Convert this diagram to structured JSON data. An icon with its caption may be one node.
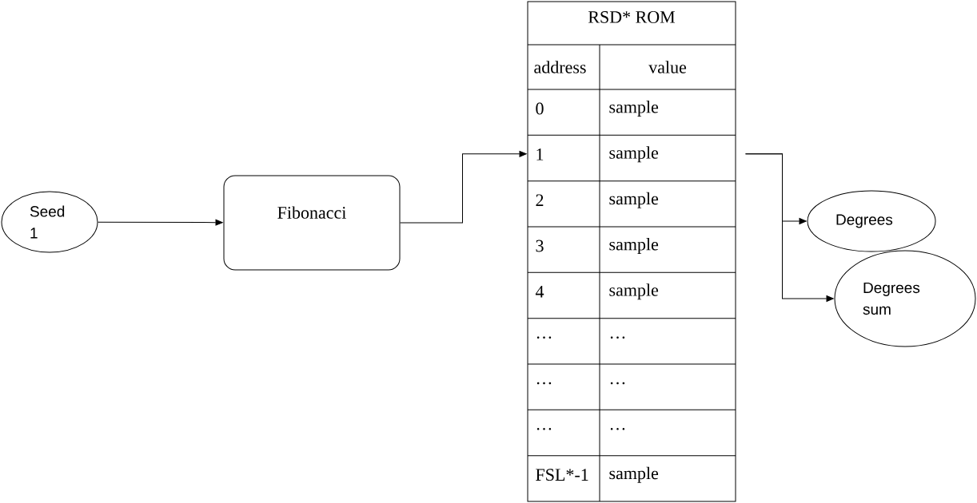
{
  "diagram": {
    "nodes": [
      {
        "text": [
          "Seed 1"
        ]
      },
      {
        "text": [
          "Fibonacci"
        ]
      },
      {
        "text": [
          "RSD* ROM"
        ]
      },
      {
        "text": [
          "Degrees"
        ]
      },
      {
        "text": [
          "Degrees sum"
        ]
      }
    ],
    "edges": [
      {
        "from": 0,
        "to": 1,
        "arrow": "to"
      },
      {
        "from": 1,
        "to": 2,
        "arrow": "to"
      },
      {
        "from": 2,
        "to": 3,
        "arrow": "to"
      },
      {
        "from": 2,
        "to": 4,
        "arrow": "to"
      }
    ],
    "labels": [
      "address",
      "value",
      "0",
      "sample",
      "1",
      "sample",
      "2",
      "sample",
      "3",
      "sample",
      "4",
      "sample",
      "…",
      "…",
      "…",
      "…",
      "…",
      "…",
      "FSL*-1",
      "sample"
    ]
  }
}
